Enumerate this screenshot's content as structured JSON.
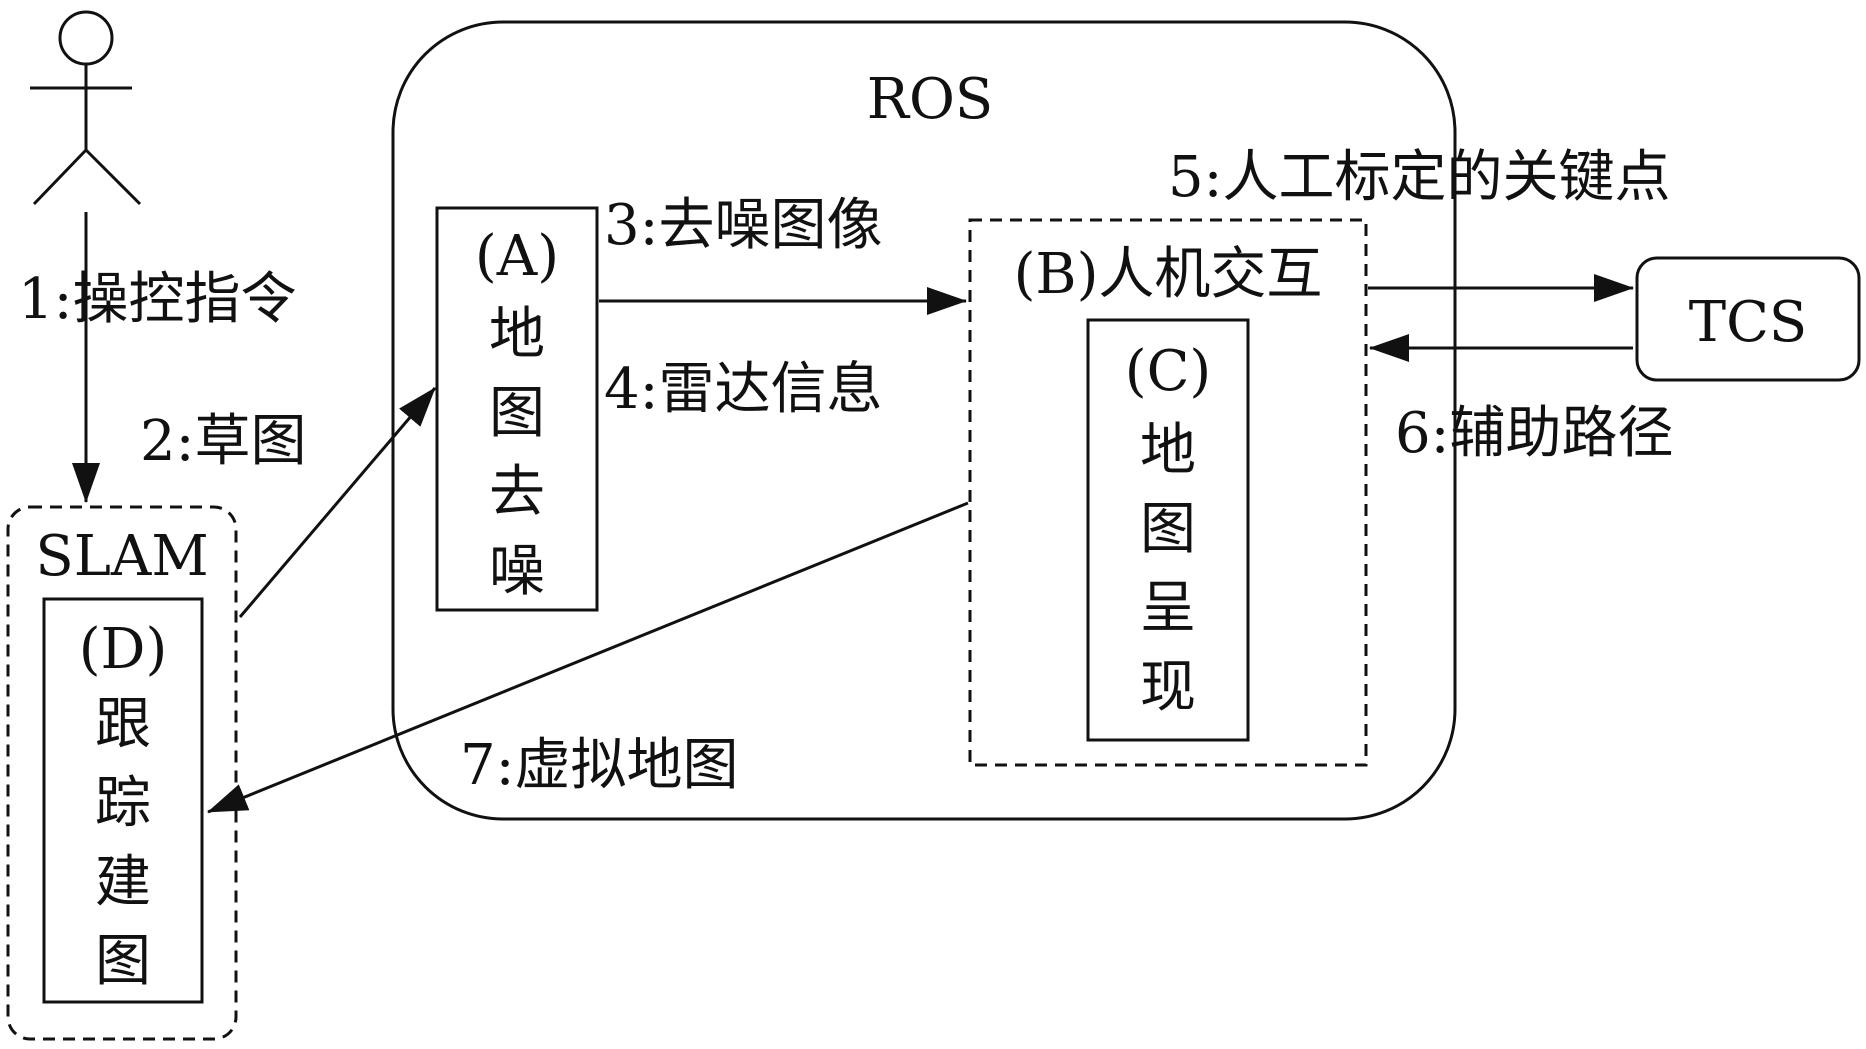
{
  "actor": {
    "icon": "stick-figure-user-icon"
  },
  "containers": {
    "ros": {
      "label": "ROS"
    },
    "slam": {
      "label": "SLAM"
    },
    "tcs": {
      "label": "TCS"
    }
  },
  "modules": {
    "a": {
      "id": "(A)",
      "chars": [
        "地",
        "图",
        "去",
        "噪"
      ]
    },
    "b": {
      "label": "(B)人机交互"
    },
    "c": {
      "id": "(C)",
      "chars": [
        "地",
        "图",
        "呈",
        "现"
      ]
    },
    "d": {
      "id": "(D)",
      "chars": [
        "跟",
        "踪",
        "建",
        "图"
      ]
    }
  },
  "flows": {
    "f1": "1:操控指令",
    "f2": "2:草图",
    "f3": "3:去噪图像",
    "f4": "4:雷达信息",
    "f5": "5:人工标定的关键点",
    "f6": "6:辅助路径",
    "f7": "7:虚拟地图"
  }
}
